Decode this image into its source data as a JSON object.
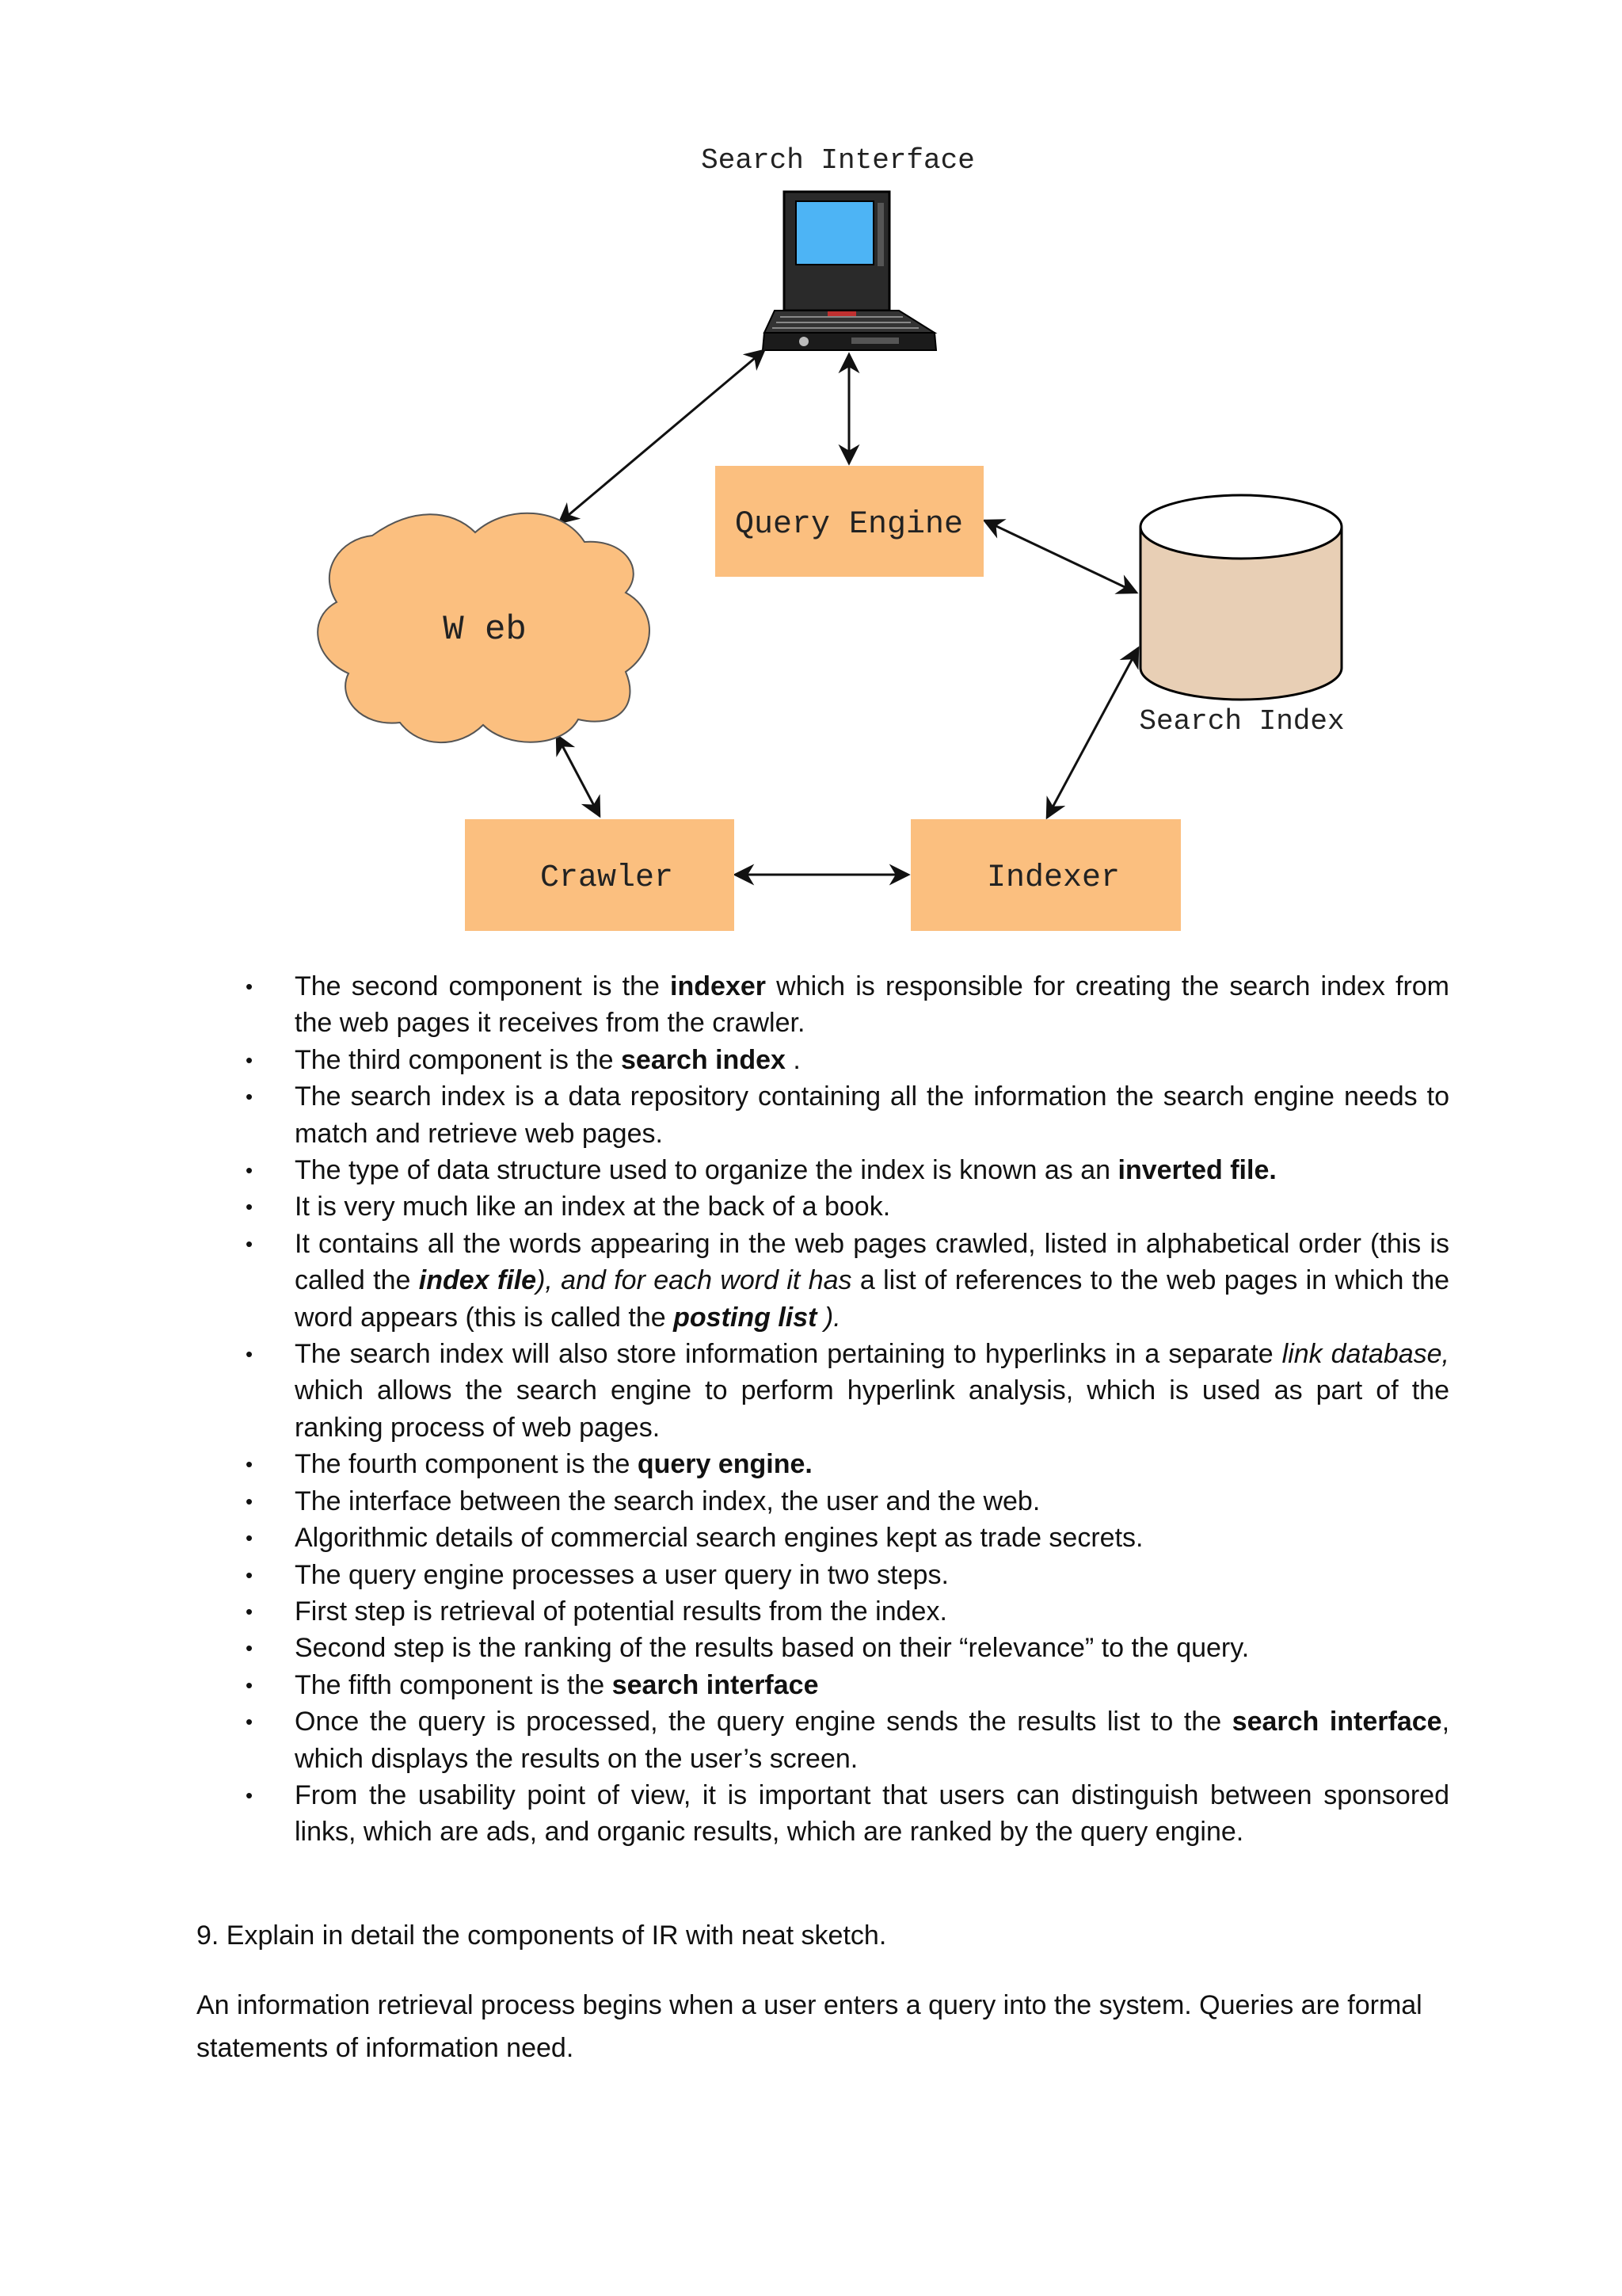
{
  "diagram": {
    "labels": {
      "search_interface": "Search Interface",
      "query_engine": "Query Engine",
      "web": "W eb",
      "search_index": "Search Index",
      "crawler": "Crawler",
      "indexer": "Indexer"
    },
    "colors": {
      "box": "#FBBF7F",
      "cloud": "#FBBF7F",
      "cylinder": "#E8CFB5",
      "screen": "#4DB4F5"
    },
    "icon": "laptop-icon"
  },
  "bullets": [
    {
      "segs": [
        {
          "t": "The second component is the "
        },
        {
          "t": "indexer",
          "s": "b"
        },
        {
          "t": " which is responsible for creating the search index from the web pages it receives from the crawler."
        }
      ]
    },
    {
      "segs": [
        {
          "t": "The third component is the "
        },
        {
          "t": "search index",
          "s": "b"
        },
        {
          "t": " ."
        }
      ]
    },
    {
      "segs": [
        {
          "t": "The search index is a data repository containing all the information the search engine needs to match and retrieve web pages."
        }
      ]
    },
    {
      "segs": [
        {
          "t": "The type of data structure used to organize the index is known as an "
        },
        {
          "t": "inverted file.",
          "s": "b"
        }
      ]
    },
    {
      "segs": [
        {
          "t": "It is very much like an index at the back of a book."
        }
      ]
    },
    {
      "segs": [
        {
          "t": "It contains all the words appearing in the web pages crawled, listed in alphabetical order (this is called the "
        },
        {
          "t": "index file",
          "s": "bi"
        },
        {
          "t": "), and for each word it has",
          "s": "i"
        },
        {
          "t": " a list of references to the web pages in which the word appears (this is called the "
        },
        {
          "t": "posting list",
          "s": "bi"
        },
        {
          "t": " ).",
          "s": "i"
        }
      ]
    },
    {
      "segs": [
        {
          "t": "The search index will also store information pertaining to hyperlinks in a separate "
        },
        {
          "t": "link database,",
          "s": "i"
        },
        {
          "t": " which allows the search engine to perform hyperlink analysis, which is used as part of the ranking process of web pages."
        }
      ]
    },
    {
      "segs": [
        {
          "t": "The fourth component is the "
        },
        {
          "t": "query engine.",
          "s": "b"
        }
      ]
    },
    {
      "segs": [
        {
          "t": "The interface between the search index, the user and the web."
        }
      ]
    },
    {
      "segs": [
        {
          "t": "Algorithmic details of commercial search engines kept as trade secrets."
        }
      ]
    },
    {
      "segs": [
        {
          "t": "The query engine processes a user query in two steps."
        }
      ]
    },
    {
      "segs": [
        {
          "t": "First step is retrieval of potential results from the index."
        }
      ]
    },
    {
      "segs": [
        {
          "t": "Second step is the ranking of the results based on their “relevance” to the query."
        }
      ]
    },
    {
      "segs": [
        {
          "t": "The fifth component is the "
        },
        {
          "t": "search interface",
          "s": "b"
        }
      ]
    },
    {
      "segs": [
        {
          "t": "Once the query is processed, the query engine sends the results list to the "
        },
        {
          "t": "search interface",
          "s": "b"
        },
        {
          "t": ", which displays the results on the user’s screen."
        }
      ]
    },
    {
      "segs": [
        {
          "t": "From the usability point of view, it is important that users can distinguish between sponsored links, which are ads, and organic results, which are ranked by the query engine."
        }
      ]
    }
  ],
  "bullet_symbol": "•",
  "question": "9. Explain in detail the components of IR with neat sketch.",
  "paragraph": "An information retrieval process begins when a user enters a query into the system. Queries are formal statements of information need."
}
